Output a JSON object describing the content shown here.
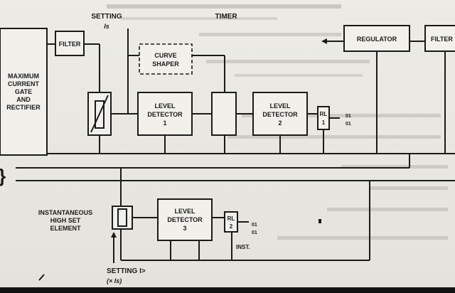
{
  "labels": {
    "setting_top": "SETTING",
    "setting_top_unit": "Is",
    "timer": "TIMER",
    "filter_left": "FILTER",
    "filter_right": "FILTER",
    "regulator": "REGULATOR",
    "curve_shaper_1": "CURVE",
    "curve_shaper_2": "SHAPER",
    "max_1": "MAXIMUM",
    "max_2": "CURRENT",
    "max_3": "GATE",
    "max_4": "AND",
    "max_5": "RECTIFIER",
    "ld1_1": "LEVEL",
    "ld1_2": "DETECTOR",
    "ld1_3": "1",
    "ld2_1": "LEVEL",
    "ld2_2": "DETECTOR",
    "ld2_3": "2",
    "ld3_1": "LEVEL",
    "ld3_2": "DETECTOR",
    "ld3_3": "3",
    "rl1_1": "RL",
    "rl1_2": "1",
    "rl2_1": "RL",
    "rl2_2": "2",
    "contact_1": "01",
    "contact_2": "01",
    "contact_3": "01",
    "contact_4": "01",
    "inst_1": "INSTANTANEOUS",
    "inst_2": "HIGH SET",
    "inst_3": "ELEMENT",
    "inst_tag": "INST.",
    "setting_bottom": "SETTING I>",
    "setting_bottom_unit": "(× Is)"
  }
}
